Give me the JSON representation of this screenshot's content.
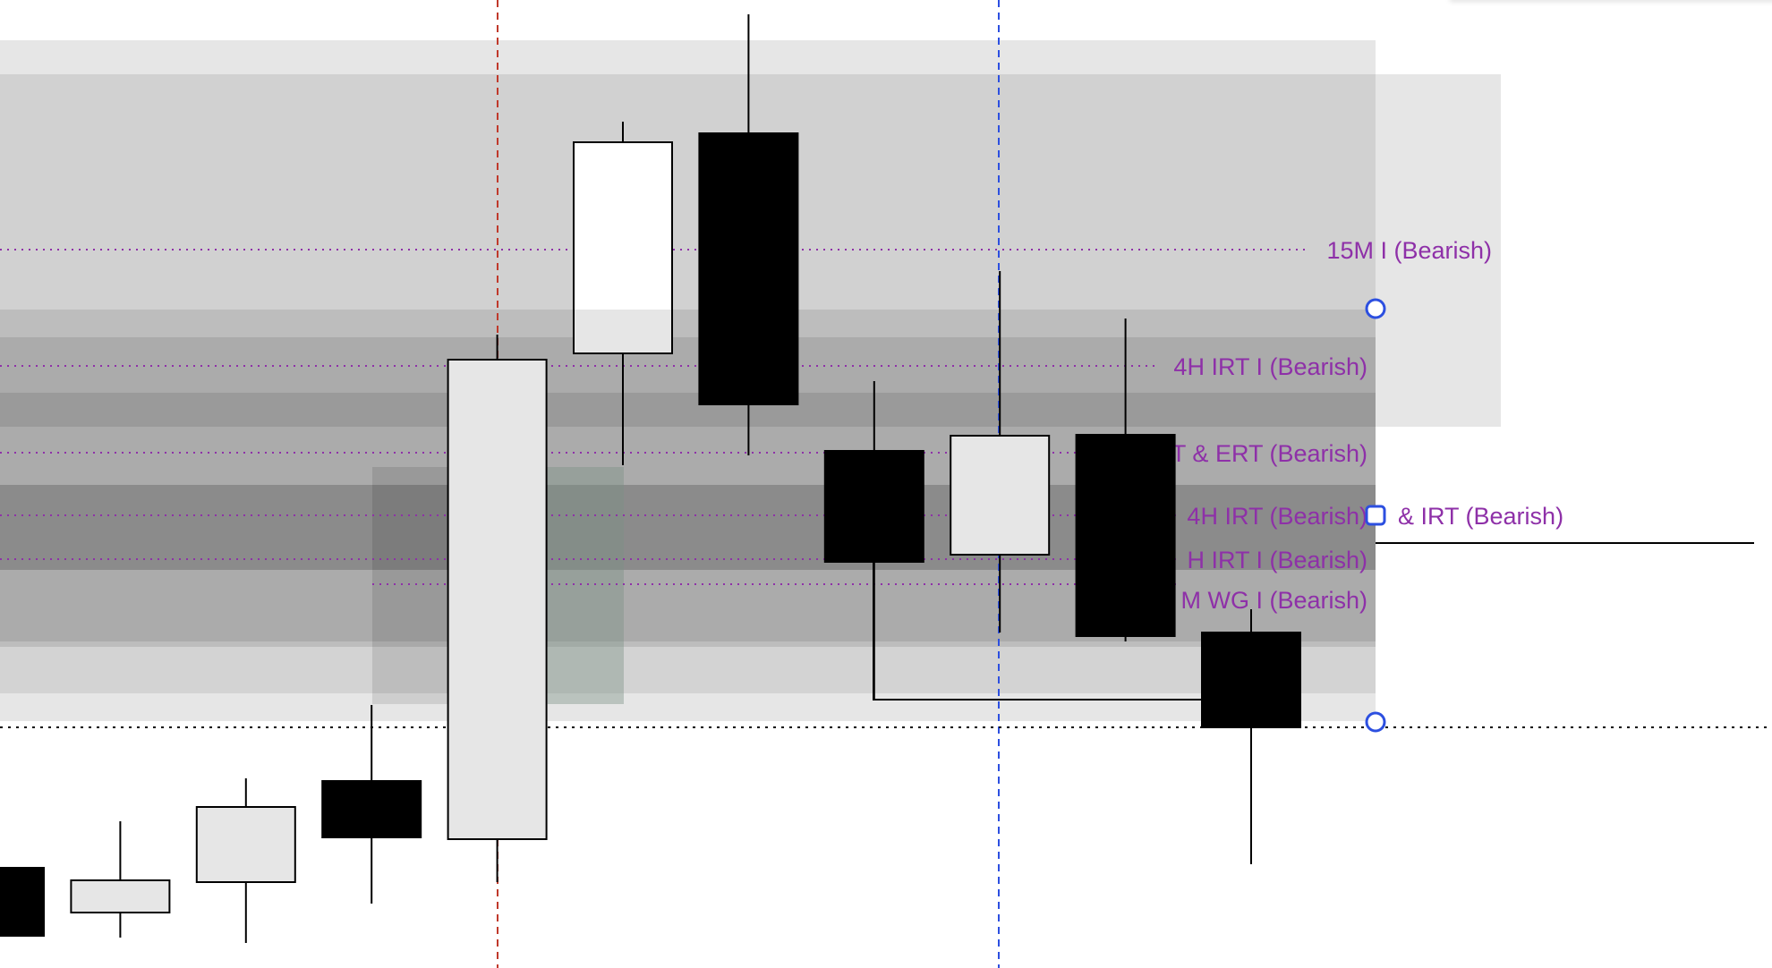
{
  "chart_data": {
    "type": "candlestick",
    "title": "",
    "xlabel": "",
    "ylabel": "",
    "ylim": [
      0,
      108.2
    ],
    "grid": false,
    "colors": {
      "bearish": "#000000",
      "bullish": "#e6e6e6",
      "bullish_alt": "#ffffff",
      "level_line": "#8e30a8",
      "handle": "#2c4fe0",
      "marker_red": "#c0392b",
      "marker_blue": "#2c4fe0"
    },
    "candles": [
      {
        "o": 11.2,
        "h": 11.2,
        "l": 3.6,
        "c": 3.6
      },
      {
        "o": 6.2,
        "h": 16.4,
        "l": 3.4,
        "c": 9.8
      },
      {
        "o": 9.6,
        "h": 21.2,
        "l": 2.8,
        "c": 18.0
      },
      {
        "o": 20.9,
        "h": 29.4,
        "l": 7.2,
        "c": 14.6
      },
      {
        "o": 14.4,
        "h": 70.8,
        "l": 9.6,
        "c": 68.0
      },
      {
        "o": 68.7,
        "h": 94.6,
        "l": 56.2,
        "c": 92.3
      },
      {
        "o": 93.3,
        "h": 106.6,
        "l": 57.3,
        "c": 63.0
      },
      {
        "o": 57.8,
        "h": 65.6,
        "l": 30.0,
        "c": 45.4
      },
      {
        "o": 46.2,
        "h": 77.9,
        "l": 37.5,
        "c": 59.5
      },
      {
        "o": 59.6,
        "h": 72.6,
        "l": 36.5,
        "c": 37.1
      },
      {
        "o": 37.5,
        "h": 40.1,
        "l": 11.6,
        "c": 26.9
      }
    ],
    "levels": [
      {
        "label": "15M I (Bearish)",
        "price": 80.3
      },
      {
        "label": "4H IRT I (Bearish)",
        "price": 67.3
      },
      {
        "label": "T & ERT (Bearish)",
        "price": 57.6
      },
      {
        "label": "4H IRT (Bearish)",
        "price": 50.6
      },
      {
        "label": "& IRT (Bearish)",
        "price": 50.6
      },
      {
        "label": "H IRT I (Bearish)",
        "price": 45.7
      },
      {
        "label": "M WG I (Bearish)",
        "price": 42.9
      }
    ]
  }
}
